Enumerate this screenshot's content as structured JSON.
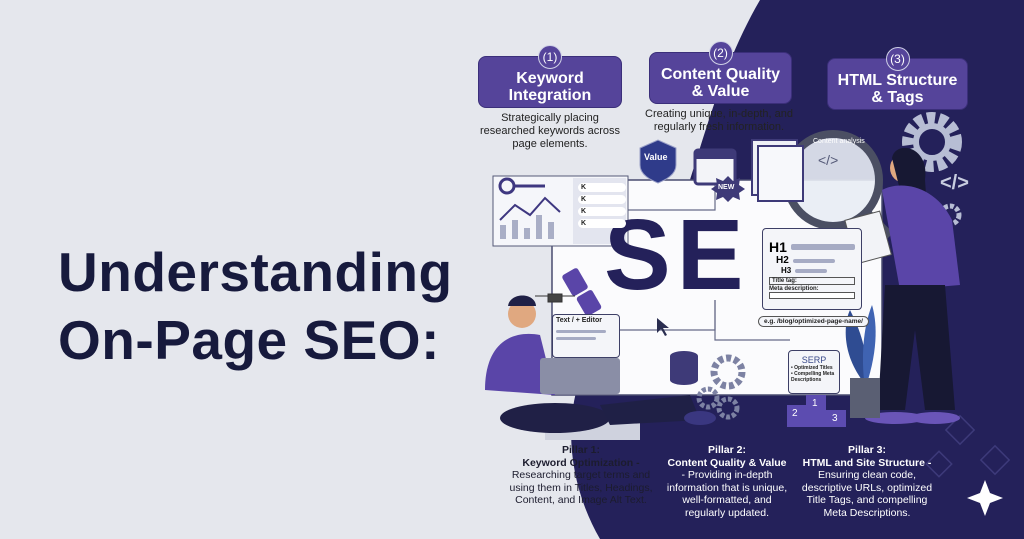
{
  "title": {
    "line1": "Understanding",
    "line2": "On-Page SEO:"
  },
  "pills": [
    {
      "number": "(1)",
      "label": "Keyword Integration",
      "description": "Strategically placing researched keywords across page elements."
    },
    {
      "number": "(2)",
      "label": "Content Quality & Value",
      "description": "Creating unique, in-depth, and regularly fresh information."
    },
    {
      "number": "(3)",
      "label": "HTML Structure & Tags"
    }
  ],
  "illustration": {
    "seo_letters": "SE",
    "value_badge": "Value",
    "new_badge": "NEW",
    "content_analysis": "Content analysis",
    "code_symbol": "</>",
    "editor_label": "Text / + Editor",
    "h1": "H1",
    "h2": "H2",
    "h3": "H3",
    "title_tag": "Title tag:",
    "meta_description": "Meta description:",
    "url_example": "e.g. /blog/optimized-page-name/",
    "serp_title": "SERP",
    "serp_items": [
      "• Optimized Titles",
      "• Compelling Meta Descriptions"
    ],
    "podium": [
      "2",
      "1",
      "3"
    ],
    "keyword_tag": "K"
  },
  "pillars": [
    {
      "heading": "Pillar 1:",
      "subheading": "Keyword Optimization -",
      "text": "Researching target terms and using them in Titles, Headings, Content, and Image Alt Text."
    },
    {
      "heading": "Pillar 2:",
      "subheading": "Content Quality & Value",
      "text": "- Providing in-depth information that is unique, well-formatted, and regularly updated."
    },
    {
      "heading": "Pillar 3:",
      "subheading": "HTML and Site Structure -",
      "text": "Ensuring clean code, descriptive URLs, optimized Title Tags, and compelling Meta Descriptions."
    }
  ],
  "colors": {
    "navy": "#24215a",
    "purple": "#55449a",
    "light": "#e5e7ed"
  }
}
